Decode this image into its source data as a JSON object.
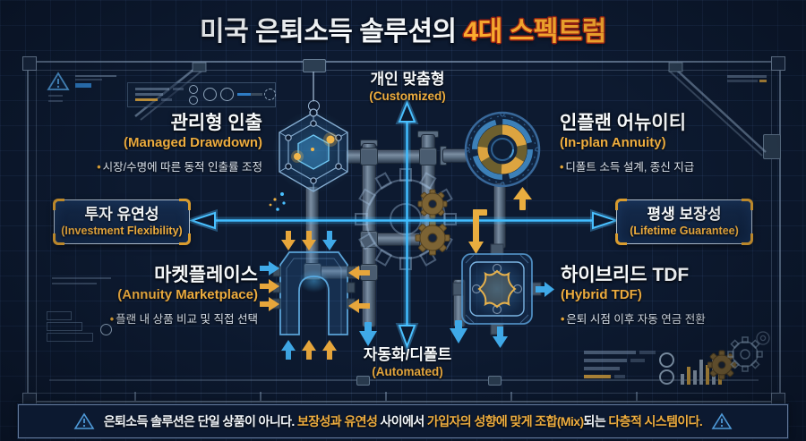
{
  "title": {
    "prefix": "미국 은퇴소득 솔루션의 ",
    "highlight": "4대 스펙트럼"
  },
  "glyphs": {
    "bullet": "•"
  },
  "axis": {
    "top": {
      "title": "개인 맞춤형",
      "subtitle": "(Customized)"
    },
    "bottom": {
      "title": "자동화/디폴트",
      "subtitle": "(Automated)"
    },
    "left": {
      "title": "투자 유연성",
      "subtitle": "(Investment Flexibility)"
    },
    "right": {
      "title": "평생 보장성",
      "subtitle": "(Lifetime Guarantee)"
    }
  },
  "quadrants": {
    "managed_drawdown": {
      "title": "관리형 인출",
      "subtitle": "(Managed Drawdown)",
      "bullet": "시장/수명에 따른 동적 인출률 조정",
      "icon": "hexagon-network-icon"
    },
    "in_plan_annuity": {
      "title": "인플랜 어뉴이티",
      "subtitle": "(In-plan Annuity)",
      "bullet": "디폴트 소득 설계, 종신 지급",
      "icon": "turbine-ring-icon"
    },
    "marketplace": {
      "title": "마켓플레이스",
      "subtitle": "(Annuity Marketplace)",
      "bullet": "플랜 내 상품 비교 및 직접 선택",
      "icon": "horseshoe-funnel-icon"
    },
    "hybrid_tdf": {
      "title": "하이브리드 TDF",
      "subtitle": "(Hybrid TDF)",
      "bullet": "은퇴 시점 이후 자동 연금 전환",
      "icon": "puzzle-icon"
    }
  },
  "footer": {
    "segments": [
      {
        "text": "은퇴소득 솔루션은 단일 상품이 아니다. ",
        "tone": "white"
      },
      {
        "text": "보장성과 유연성",
        "tone": "gold"
      },
      {
        "text": " 사이에서 ",
        "tone": "white"
      },
      {
        "text": "가입자의 성향에 맞게 조합(Mix)",
        "tone": "gold"
      },
      {
        "text": "되는 ",
        "tone": "white"
      },
      {
        "text": "다층적 시스템이다.",
        "tone": "gold"
      }
    ]
  },
  "colors": {
    "background": "#0d1a30",
    "gold": "#e9ad3f",
    "title_highlight": "#ffae2f",
    "title_outline": "#9e2212",
    "cyan": "#41bdff",
    "white": "#f7fafc"
  }
}
